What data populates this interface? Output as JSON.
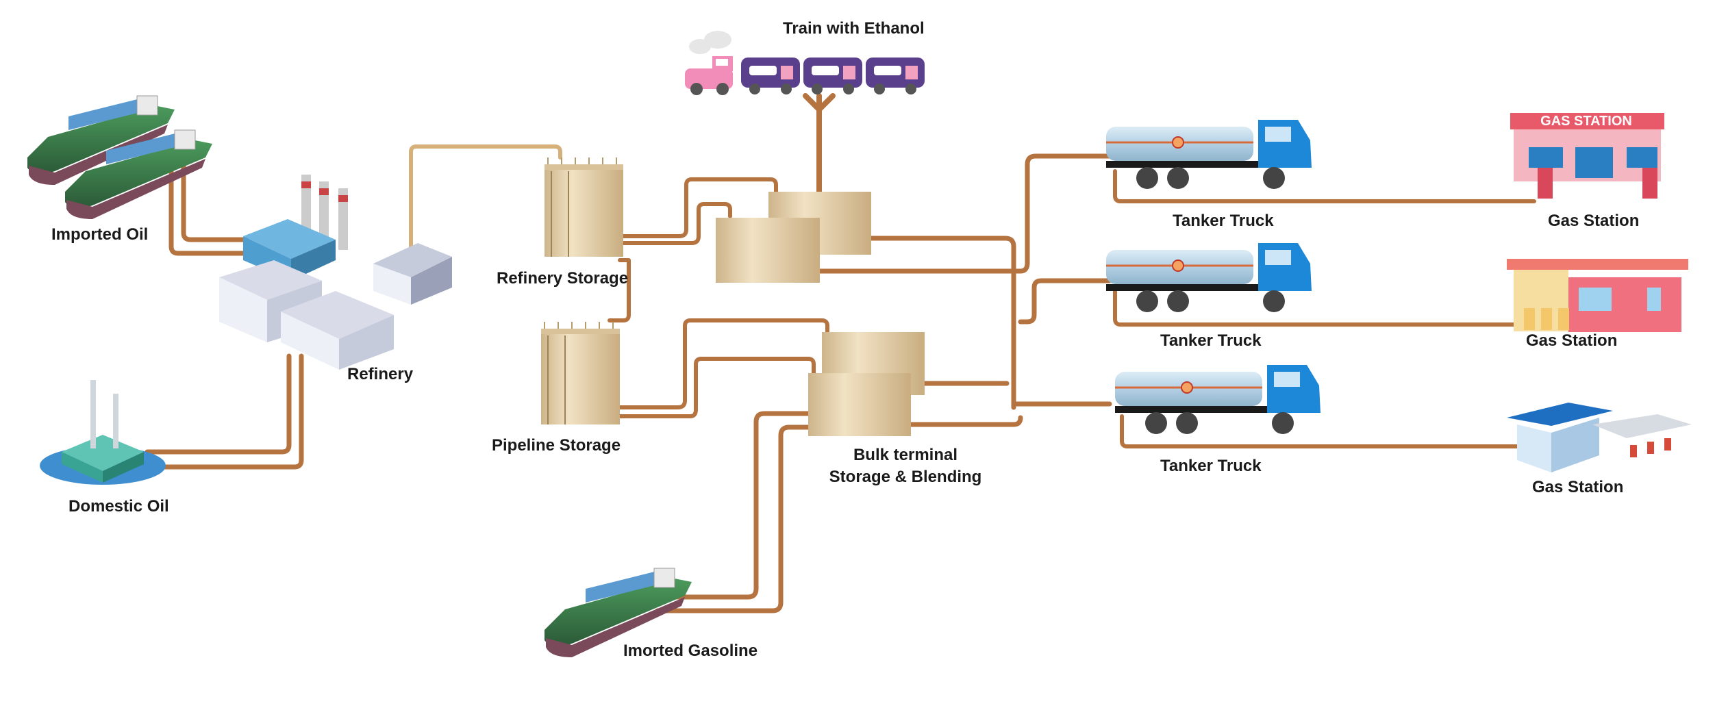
{
  "labels": {
    "imported_oil": "Imported Oil",
    "refinery": "Refinery",
    "domestic_oil": "Domestic Oil",
    "refinery_storage": "Refinery Storage",
    "pipeline_storage": "Pipeline Storage",
    "train_with_ethanol": "Train with Ethanol",
    "bulk_terminal_line1": "Bulk terminal",
    "bulk_terminal_line2": "Storage & Blending",
    "imported_gasoline": "Imorted Gasoline",
    "tanker_truck_1": "Tanker Truck",
    "tanker_truck_2": "Tanker Truck",
    "tanker_truck_3": "Tanker Truck",
    "gas_station_1": "Gas Station",
    "gas_station_2": "Gas Station",
    "gas_station_3": "Gas Station",
    "gas_station_sign": "GAS STATION"
  },
  "colors": {
    "pipe": "#b5733f",
    "pipe_dark": "#8e5a3a",
    "pipe_light": "#d6b07a",
    "tank": "#e6cfa6",
    "truck_cab": "#1e88d8",
    "truck_tank": "#b9d6e8",
    "ship_hull": "#3a7a4a",
    "train_engine": "#f28cb8",
    "train_car": "#5a3f8c"
  }
}
